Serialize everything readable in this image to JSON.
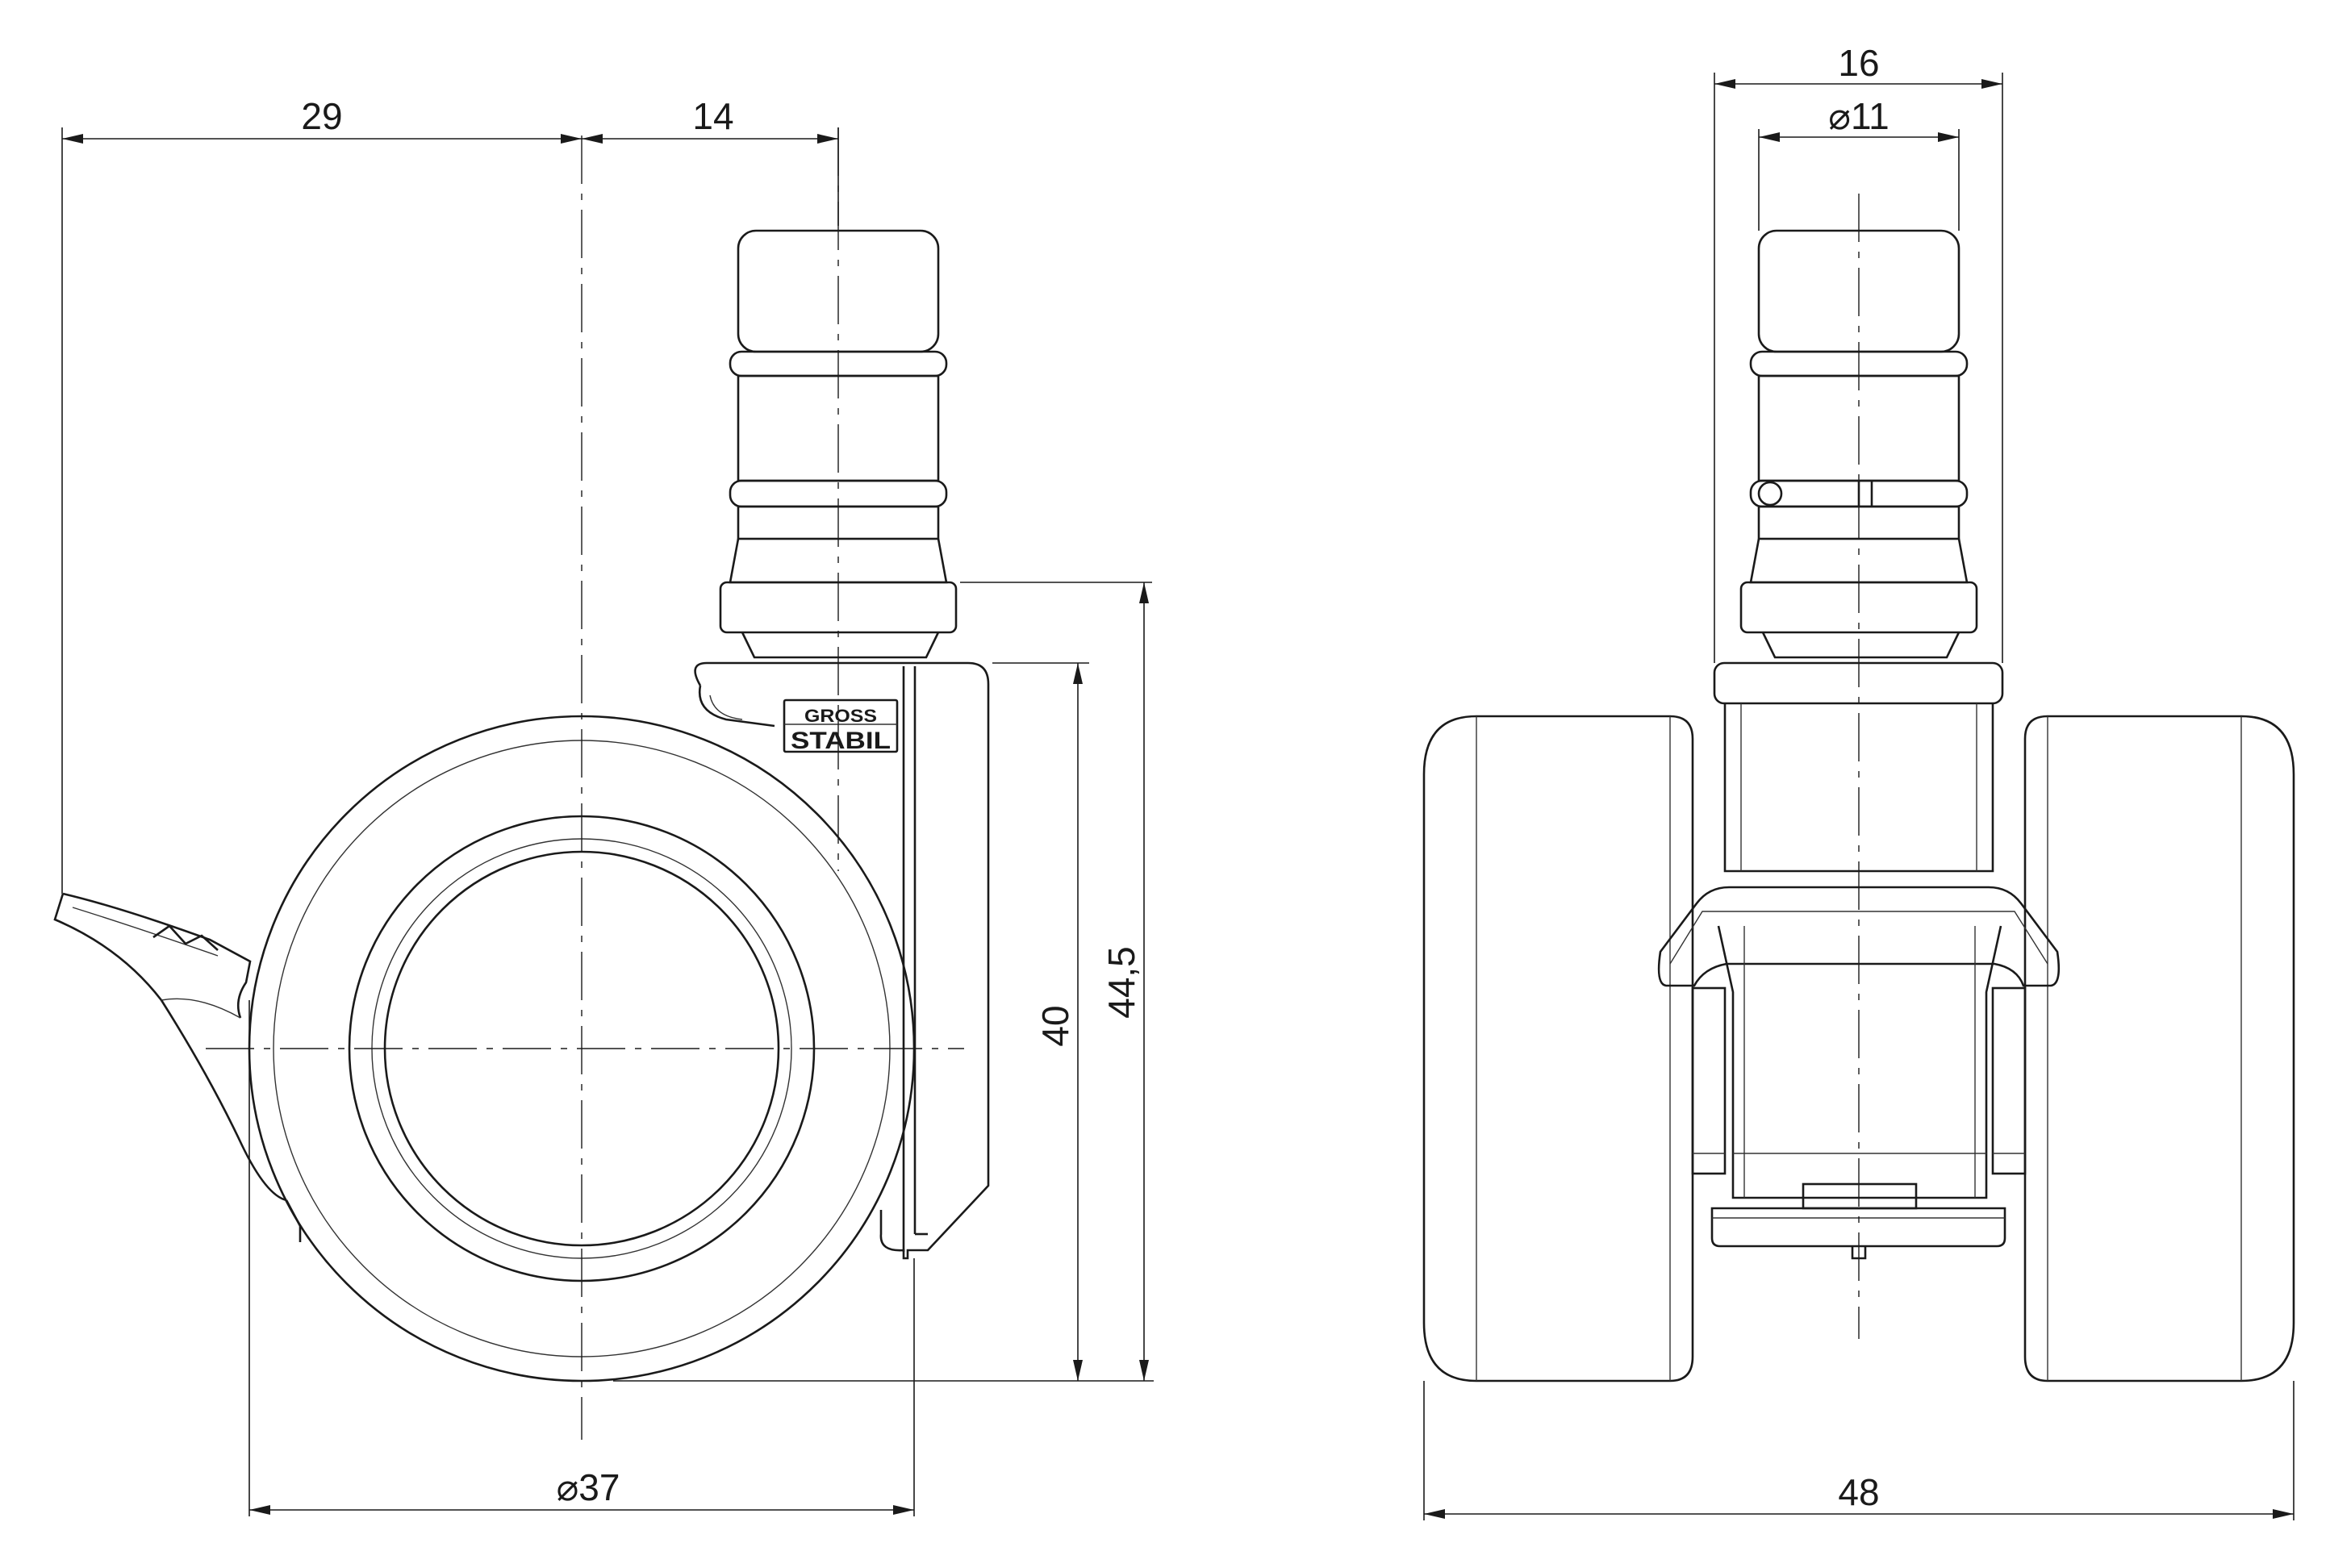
{
  "dimensions": {
    "side_offset": "29",
    "side_stem_offset": "14",
    "side_body_height": "40",
    "side_total_height": "44,5",
    "side_wheel_diameter": "⌀37",
    "front_housing_width": "16",
    "front_stem_diameter": "⌀11",
    "front_total_width": "48"
  },
  "logo": {
    "top": "GROSS",
    "bottom": "STABIL"
  },
  "colors": {
    "line": "#1a1a1a",
    "background": "#ffffff"
  }
}
